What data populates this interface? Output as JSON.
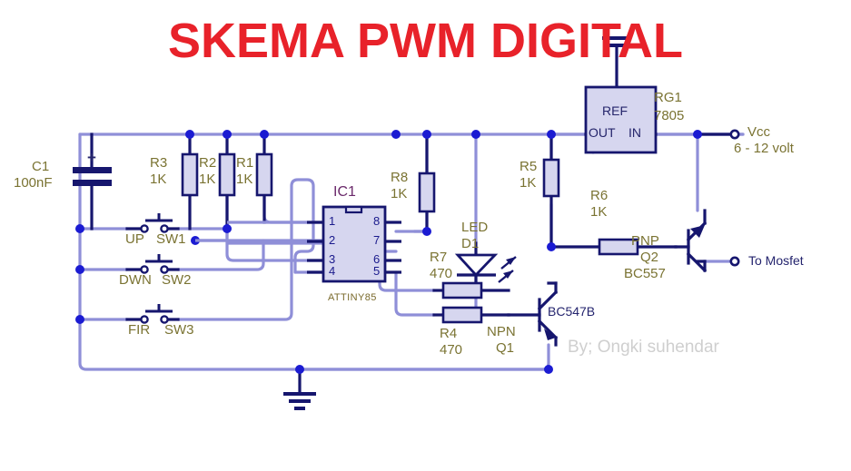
{
  "title": "SKEMA PWM DIGITAL",
  "title_color": "#e8222a",
  "watermark": "By; Ongki suhendar",
  "colors": {
    "wire_light": "#8f8fd8",
    "wire_dark": "#16166e",
    "junction": "#1b1bd2",
    "component_fill": "#d6d6ef",
    "component_stroke": "#16166e",
    "label": "#7a7332",
    "title": "#e8222a",
    "watermark": "#cfcfcf"
  },
  "components": {
    "c1": {
      "ref": "C1",
      "value": "100nF",
      "polarity": "+"
    },
    "r3": {
      "ref": "R3",
      "value": "1K"
    },
    "r2": {
      "ref": "R2",
      "value": "1K"
    },
    "r1": {
      "ref": "R1",
      "value": "1K"
    },
    "r8": {
      "ref": "R8",
      "value": "1K"
    },
    "r7": {
      "ref": "R7",
      "value": "470"
    },
    "r4": {
      "ref": "R4",
      "value": "470"
    },
    "r5": {
      "ref": "R5",
      "value": "1K"
    },
    "r6": {
      "ref": "R6",
      "value": "1K"
    },
    "ic1": {
      "ref": "IC1",
      "part": "ATTINY85",
      "pins_left": [
        "1",
        "2",
        "3",
        "4"
      ],
      "pins_right": [
        "8",
        "7",
        "6",
        "5"
      ]
    },
    "led": {
      "ref": "LED",
      "designator": "D1"
    },
    "q1": {
      "type": "NPN",
      "ref": "Q1",
      "part": "BC547B"
    },
    "q2": {
      "type": "PNP",
      "ref": "Q2",
      "part": "BC557"
    },
    "rg1": {
      "ref": "RG1",
      "part": "7805",
      "pin_ref": "REF",
      "pin_out": "OUT",
      "pin_in": "IN"
    }
  },
  "switches": [
    {
      "name": "UP",
      "ref": "SW1"
    },
    {
      "name": "DWN",
      "ref": "SW2"
    },
    {
      "name": "FIR",
      "ref": "SW3"
    }
  ],
  "terminals": {
    "vcc": {
      "label": "Vcc",
      "spec": "6 - 12 volt"
    },
    "mosfet": {
      "label": "To Mosfet"
    }
  }
}
